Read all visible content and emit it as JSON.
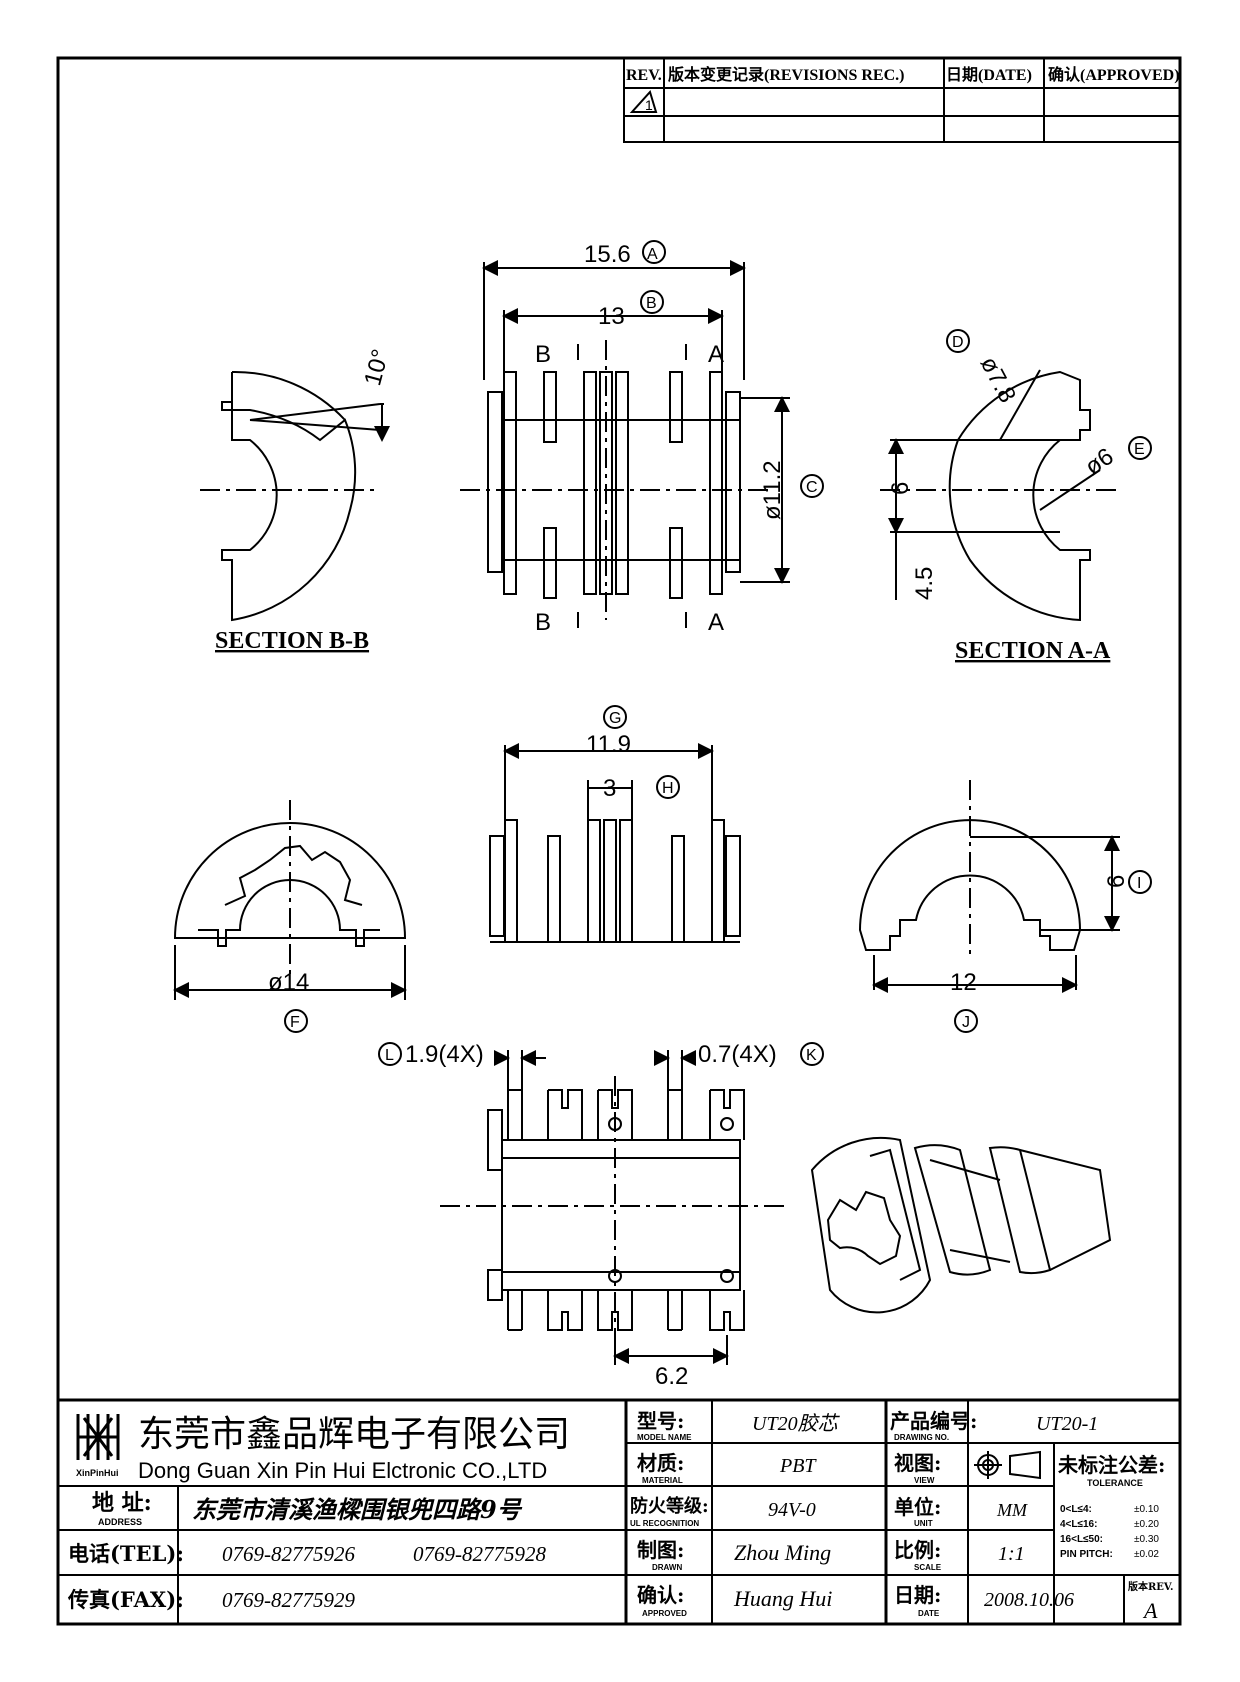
{
  "revisions": {
    "headers": [
      "REV.",
      "版本变更记录(REVISIONS REC.)",
      "日期(DATE)",
      "确认(APPROVED)"
    ],
    "row1_symbol": "1"
  },
  "sections": {
    "bb": "SECTION B-B",
    "aa": "SECTION A-A"
  },
  "dimensions": {
    "A": "15.6",
    "A_tag": "A",
    "B": "13",
    "B_tag": "B",
    "C": "ø11.2",
    "C_tag": "C",
    "D": "ø7.8",
    "D_tag": "D",
    "E": "ø6",
    "E_tag": "E",
    "six_aa": "6",
    "four_five": "4.5",
    "ten_deg": "10°",
    "G": "11.9",
    "G_tag": "G",
    "H": "3",
    "H_tag": "H",
    "F": "ø14",
    "F_tag": "F",
    "I": "6",
    "I_tag": "I",
    "J": "12",
    "J_tag": "J",
    "L": "1.9(4X)",
    "L_tag": "L",
    "K": "0.7(4X)",
    "K_tag": "K",
    "bottom": "6.2",
    "cut_b": "B",
    "cut_a": "A"
  },
  "title_block": {
    "company_cn": "东莞市鑫品辉电子有限公司",
    "company_en": "Dong Guan Xin Pin Hui Elctronic CO.,LTD",
    "logo_text": "XinPinHui",
    "address_label_cn": "地 址:",
    "address_label_en": "ADDRESS",
    "address": "东莞市清溪渔樑围银兜四路9号",
    "tel_label": "电话(TEL):",
    "tel1": "0769-82775926",
    "tel2": "0769-82775928",
    "fax_label": "传真(FAX):",
    "fax": "0769-82775929",
    "model_label_cn": "型号:",
    "model_label_en": "MODEL NAME",
    "model": "UT20胶芯",
    "material_label_cn": "材质:",
    "material_label_en": "MATERIAL",
    "material": "PBT",
    "ul_label_cn": "防火等级:",
    "ul_label_en": "UL RECOGNITION",
    "ul": "94V-0",
    "drawn_label_cn": "制图:",
    "drawn_label_en": "DRAWN",
    "drawn": "Zhou Ming",
    "approved_label_cn": "确认:",
    "approved_label_en": "APPROVED",
    "approved": "Huang Hui",
    "drawing_no_label_cn": "产品编号:",
    "drawing_no_label_en": "DRAWING NO.",
    "drawing_no": "UT20-1",
    "view_label_cn": "视图:",
    "view_label_en": "VIEW",
    "unit_label_cn": "单位:",
    "unit_label_en": "UNIT",
    "unit": "MM",
    "scale_label_cn": "比例:",
    "scale_label_en": "SCALE",
    "scale": "1:1",
    "date_label_cn": "日期:",
    "date_label_en": "DATE",
    "date": "2008.10.06",
    "tol_label_cn": "未标注公差:",
    "tol_label_en": "TOLERANCE",
    "tol_rows": [
      {
        "range": "0<L≤4:",
        "value": "±0.10"
      },
      {
        "range": "4<L≤16:",
        "value": "±0.20"
      },
      {
        "range": "16<L≤50:",
        "value": "±0.30"
      },
      {
        "range": "PIN PITCH:",
        "value": "±0.02"
      }
    ],
    "rev_label": "版本REV.",
    "rev": "A"
  }
}
